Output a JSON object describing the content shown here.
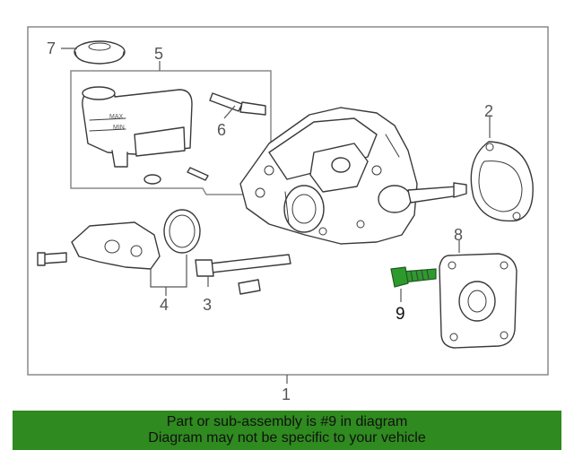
{
  "callouts": {
    "c1": "1",
    "c2": "2",
    "c3": "3",
    "c4": "4",
    "c5": "5",
    "c6": "6",
    "c7": "7",
    "c8": "8",
    "c9": "9"
  },
  "reservoir_marks": {
    "max": "MAX",
    "min": "MIN"
  },
  "highlight_color": "#2e9a2e",
  "banner": {
    "line1": "Part or sub-assembly is #9 in diagram",
    "line2": "Diagram may not be specific to your vehicle",
    "background": "#2f8a1f"
  }
}
